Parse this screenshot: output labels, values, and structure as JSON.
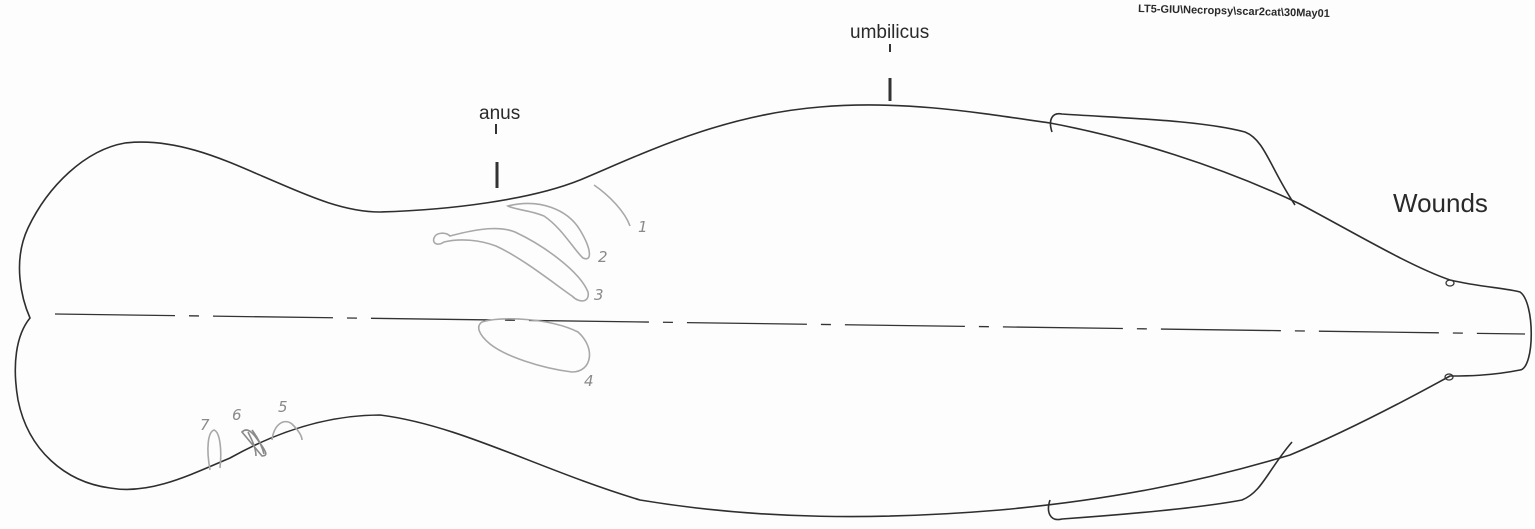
{
  "header": {
    "path_text": "LT5-GIU\\Necropsy\\scar2cat\\30May01"
  },
  "title": "Wounds",
  "landmarks": {
    "umbilicus": "umbilicus",
    "anus": "anus"
  },
  "wounds": [
    {
      "label": "1"
    },
    {
      "label": "2"
    },
    {
      "label": "3"
    },
    {
      "label": "4"
    },
    {
      "label": "5"
    },
    {
      "label": "6"
    },
    {
      "label": "7"
    }
  ],
  "colors": {
    "outline": "#2e2e2e",
    "wound": "#a8a8a8",
    "text": "#2a2a2a"
  }
}
